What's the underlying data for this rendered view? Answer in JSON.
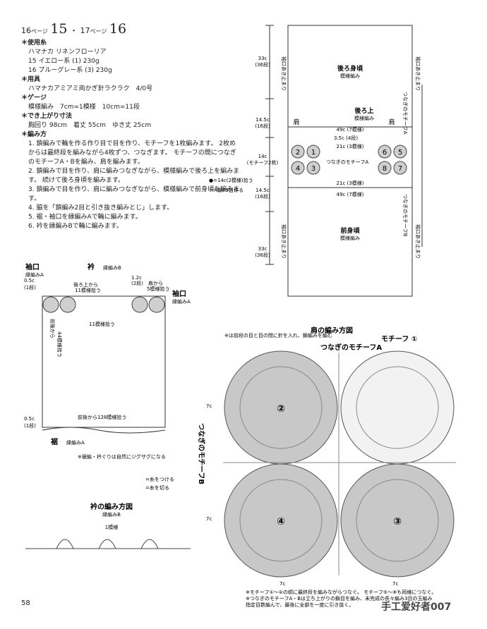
{
  "header": {
    "p1": "16",
    "pg1": "ページ",
    "n1": "15",
    "dot": "・",
    "p2": "17",
    "pg2": "ページ",
    "n2": "16"
  },
  "materials": {
    "h_yarn": "＊使用糸",
    "yarn_brand": "ハマナカ リネンフローリア",
    "yarn15": "15 イエロー系 (1) 230g",
    "yarn16": "16 ブルーグレー系 (3) 230g",
    "h_tools": "＊用具",
    "tools": "ハマナカアミアミ両かぎ針ラクラク　4/0号",
    "h_gauge": "＊ゲージ",
    "gauge": "模様編み　7cm=1模様　10cm=11段",
    "h_size": "＊でき上がり寸法",
    "size": "胸回り 98cm　着丈 55cm　ゆき丈 25cm",
    "h_method": "＊編み方",
    "steps": [
      "1. 鎖編みで輪を作る作り目で目を作り、モチーフを1枚編みます。 2枚めからは最終段を編みながら4枚ずつ、つなぎます。 モチーフの間につなぎのモチーフA・Bを編み、肩を編みます。",
      "2. 鎖編みで目を作り、肩に編みつなぎながら、模様編みで後ろ上を編みます。 続けて後ろ身頃を編みます。",
      "3. 鎖編みで目を作り、肩に編みつなぎながら、模様編みで前身頃を編みます。",
      "4. 脇を「鎖編み2目と引き抜き編みとじ」します。",
      "5. 裾・袖口を縁編みAで輪に編みます。",
      "6. 衿を縁編みBで輪に編みます。"
    ]
  },
  "schematic": {
    "back_body": "後ろ身頃",
    "pattern": "模様編み",
    "back_upper": "後ろ上",
    "front_body": "前身頃",
    "shoulder": "肩",
    "armhole_stop": "袖口あき止まり",
    "d33": "33c",
    "d33r": "(36段)",
    "d145": "14.5c",
    "d145r": "(16段)",
    "d14": "14c",
    "d14r": "(モチーフ2枚)",
    "d49": "49c (7模様)",
    "d35": "3.5c (4段)",
    "d21": "21c (3模様)",
    "motifA": "つなぎのモチーフA",
    "motifB": "つなぎのモチーフB",
    "motif": "モチーフ",
    "note1": "●=14c(2模様)拾う",
    "note2": "☆=鎖75目作る",
    "motif_nums": [
      "2",
      "1",
      "4",
      "3",
      "6",
      "5",
      "8",
      "7"
    ]
  },
  "sleeve": {
    "cuff": "袖口",
    "edgeA": "縁編みA",
    "collar": "衿",
    "edgeB": "縁編みB",
    "d05": "0.5c",
    "d05r": "(1段)",
    "back_pick": "後ろ上から",
    "pick11": "11模様拾う",
    "d12": "1.2c",
    "d12r": "(2段)",
    "shoulder_pick": "肩から",
    "pick5": "5模様拾う",
    "front_back": "前後から",
    "pick44": "44模様拾う",
    "pick11b": "11模様拾う",
    "hem_pick": "前後から128模様拾う",
    "hem": "裾",
    "note": "※裾編・衿ぐりは自然にジグザグになる",
    "yarn_attach": "=糸をつける",
    "yarn_cut": "=糸を切る"
  },
  "collar_chart": {
    "title": "衿の編み方図",
    "sub": "縁編みB",
    "rep": "1模様"
  },
  "shoulder_chart": {
    "title": "肩の編み方図",
    "note_top": "※は前段の目と目の間に針を入れ、鎖編みを編む",
    "motifA": "つなぎのモチーフA",
    "motif1": "モチーフ ①",
    "motifB": "つなぎのモチーフB",
    "n2": "②",
    "n3": "③",
    "n4": "④",
    "d7": "7c",
    "foot1": "※モチーフ①～④の順に最終段を編みながらつなぐ。 モチーフ⑤～⑧も同様につなぐ。",
    "foot2": "※つなぎのモチーフA・Bは立ち上がりの鎖目を編み、未完成の長々編み3目の玉編み",
    "foot3": "指定目数編んで、最後に全部を一度に引き抜く。"
  },
  "page_number": "58",
  "watermark": "手工爱好者007"
}
